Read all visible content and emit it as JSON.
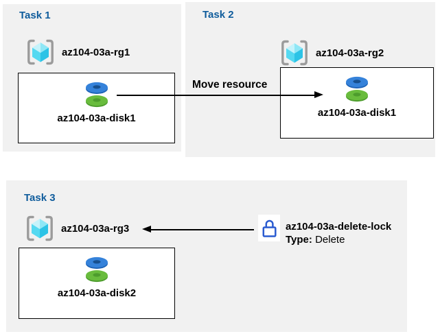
{
  "diagram": {
    "tasks": [
      {
        "title": "Task 1",
        "resource_group": "az104-03a-rg1",
        "resource": "az104-03a-disk1"
      },
      {
        "title": "Task 2",
        "resource_group": "az104-03a-rg2",
        "resource": "az104-03a-disk1"
      },
      {
        "title": "Task 3",
        "resource_group": "az104-03a-rg3",
        "resource": "az104-03a-disk2"
      }
    ],
    "move_arrow": {
      "label": "Move resource",
      "from": "az104-03a-disk1 (az104-03a-rg1)",
      "to": "az104-03a-rg2"
    },
    "lock": {
      "name": "az104-03a-delete-lock",
      "type_label": "Type:",
      "type_value": " Delete",
      "applies_to": "az104-03a-rg3"
    }
  },
  "icons": {
    "resource_group": "resource-group-icon",
    "disk": "disk-icon",
    "lock": "lock-icon"
  },
  "colors": {
    "panel_bg": "#f1f1f1",
    "page_bg": "#ffffff",
    "title_blue": "#0f5c9c",
    "box_border": "#000000",
    "box_bg": "#ffffff",
    "bracket_gray": "#9b9b9b",
    "cube_cyan_light": "#c5f3fb",
    "cube_cyan_mid": "#8fe7f6",
    "cube_cyan_left": "#55d9f1",
    "cube_cyan_right": "#2cc3e6",
    "disk_blue_top": "#3582da",
    "disk_blue_side": "#1e63b6",
    "disk_blue_hole": "#17508f",
    "disk_green_top": "#69bc3d",
    "disk_green_side": "#4d9c2d",
    "lock_blue": "#2a5bd0",
    "arrow_black": "#000000"
  }
}
